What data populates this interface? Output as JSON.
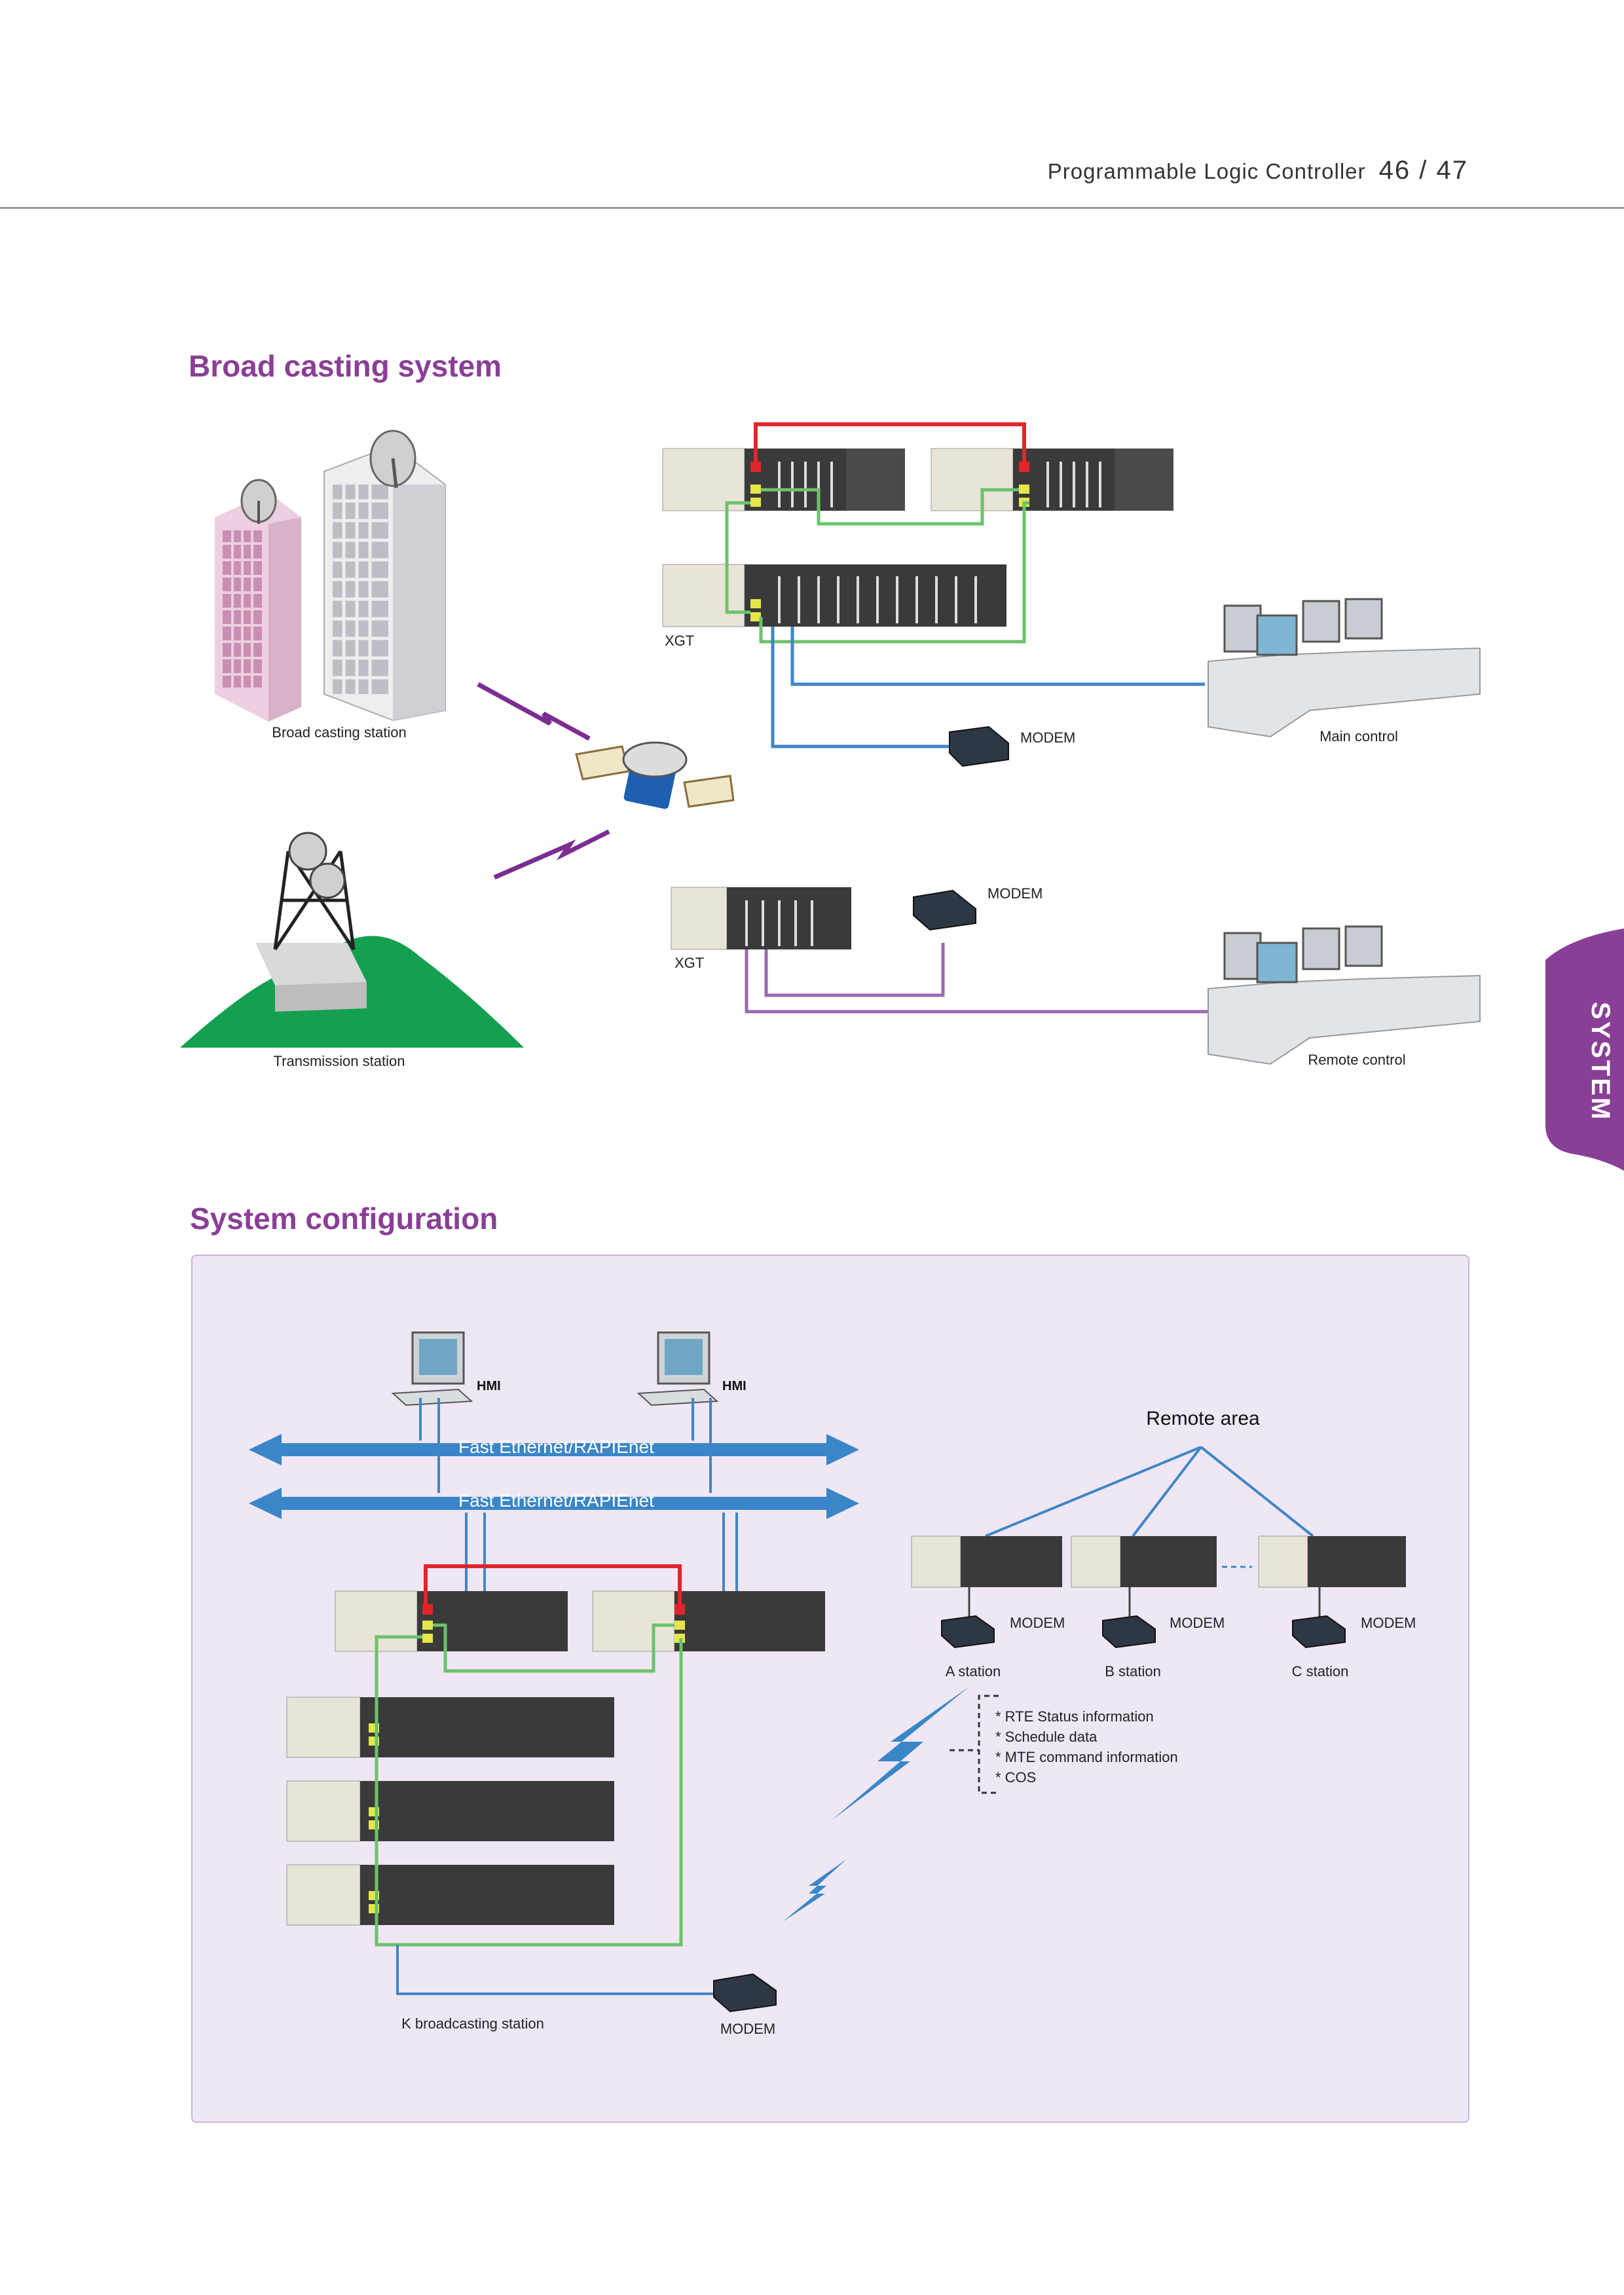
{
  "header": {
    "title": "Programmable Logic Controller",
    "page_numbers": "46 / 47"
  },
  "side_tab": {
    "label": "SYSTEM",
    "color": "#8a3f96"
  },
  "section1": {
    "title": "Broad casting system",
    "labels": {
      "broadcast_station": "Broad casting station",
      "transmission_station": "Transmission station",
      "xgt_1": "XGT",
      "xgt_2": "XGT",
      "modem_1": "MODEM",
      "modem_2": "MODEM",
      "main_control": "Main control",
      "remote_control": "Remote control"
    }
  },
  "section2": {
    "title": "System configuration",
    "labels": {
      "hmi_1": "HMI",
      "hmi_2": "HMI",
      "network_1": "Fast Ethernet/RAPIEnet",
      "network_2": "Fast Ethernet/RAPIEnet",
      "remote_area": "Remote area",
      "modem_a": "MODEM",
      "modem_b": "MODEM",
      "modem_c": "MODEM",
      "station_a": "A station",
      "station_b": "B station",
      "station_c": "C station",
      "k_station": "K broadcasting station",
      "modem_k": "MODEM"
    },
    "bullets": [
      "* RTE Status information",
      "* Schedule data",
      "* MTE command information",
      "* COS"
    ]
  },
  "colors": {
    "accent": "#8a3f96",
    "red_link": "#e0262b",
    "green_link": "#6cc26b",
    "blue_link": "#3f86c6",
    "purple_link": "#9a6bb0",
    "network_arrow": "#3a86c8",
    "hill": "#14a050",
    "panel_bg": "#efe7f4"
  }
}
